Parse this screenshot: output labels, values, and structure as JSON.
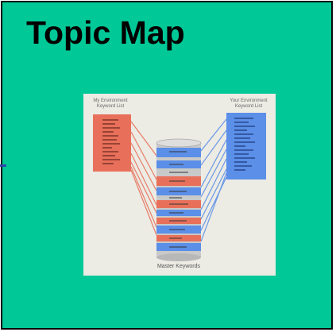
{
  "slide": {
    "title": "Topic Map"
  },
  "diagram": {
    "left_list_label": "My Environment\nKeyword List",
    "right_list_label": "Your Environment\nKeyword List",
    "center_label": "Master Keywords",
    "colors": {
      "background": "#00c897",
      "left_list": "#e8705a",
      "right_list": "#5b8fe8",
      "cylinder": "#c9c9c9",
      "panel": "#ecebe4"
    }
  }
}
